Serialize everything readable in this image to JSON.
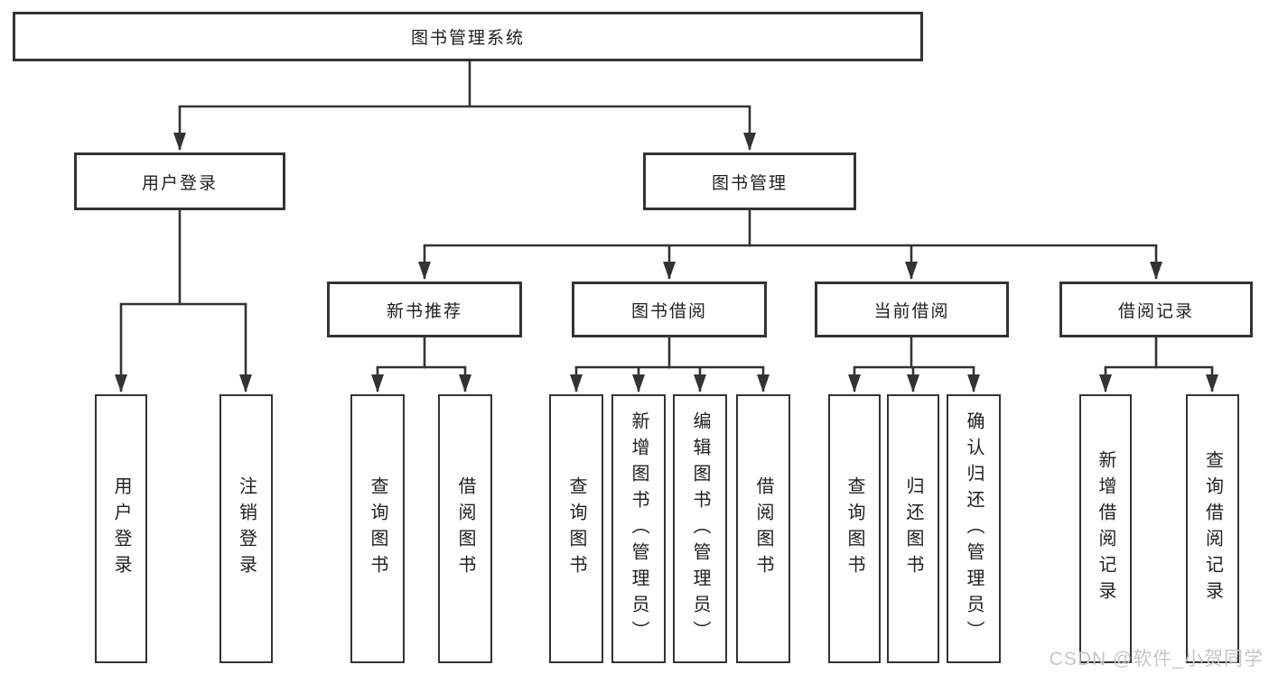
{
  "tree": {
    "root": "图书管理系统",
    "level2": [
      {
        "label": "用户登录",
        "leaves": [
          "用户登录",
          "注销登录"
        ]
      },
      {
        "label": "图书管理",
        "level3": [
          {
            "label": "新书推荐",
            "leaves": [
              "查询图书",
              "借阅图书"
            ]
          },
          {
            "label": "图书借阅",
            "leaves": [
              "查询图书",
              "新增图书（管理员）",
              "编辑图书（管理员）",
              "借阅图书"
            ]
          },
          {
            "label": "当前借阅",
            "leaves": [
              "查询图书",
              "归还图书",
              "确认归还（管理员）"
            ]
          },
          {
            "label": "借阅记录",
            "leaves": [
              "新增借阅记录",
              "查询借阅记录"
            ]
          }
        ]
      }
    ]
  },
  "watermark": "CSDN @软件_小贺同学",
  "colors": {
    "line": "#333333",
    "text": "#1f1f1f",
    "watermark": "#c6c6c6",
    "background": "#ffffff"
  }
}
